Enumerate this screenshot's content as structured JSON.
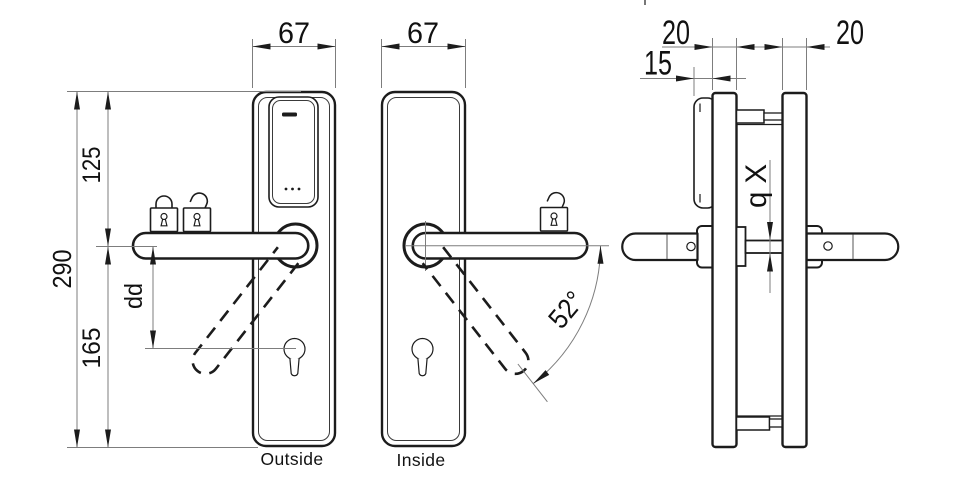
{
  "drawing": {
    "type": "technical-drawing",
    "subject": "electronic door lock handle set, three orthographic views",
    "views": {
      "outside": {
        "label": "Outside",
        "dims": {
          "plate_width": "67",
          "top_to_handle_axis": "125",
          "plate_height": "290",
          "handle_axis_to_bottom": "165",
          "handle_axis_to_cylinder": "dd"
        }
      },
      "inside": {
        "label": "Inside",
        "dims": {
          "plate_width": "67",
          "handle_rotation": "52°"
        }
      },
      "side": {
        "dims": {
          "outside_plate_thickness": "20",
          "reader_protrusion": "15",
          "inside_plate_thickness": "20",
          "spindle_size": "q X"
        }
      }
    },
    "icons": [
      "padlock-locked-icon",
      "padlock-unlocked-icon",
      "card-reader",
      "euro-keyhole"
    ],
    "colors": {
      "background": "#ffffff",
      "object_line": "#1c1c1c",
      "dimension_line": "#7d7d7d",
      "text": "#111111"
    }
  }
}
